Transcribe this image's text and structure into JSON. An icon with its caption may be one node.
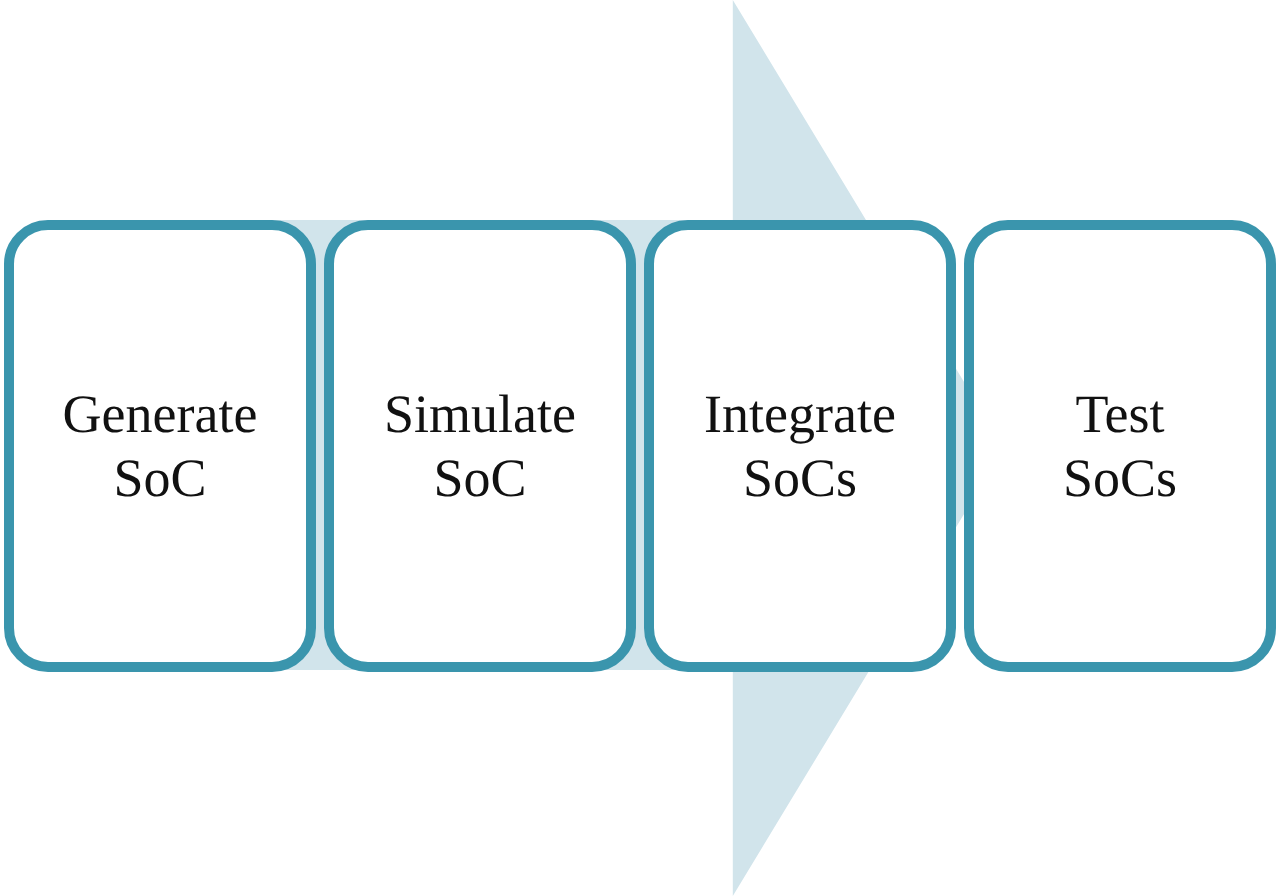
{
  "diagram": {
    "nodes": [
      {
        "text": [
          "Generate SoC"
        ]
      },
      {
        "text": [
          "Simulate SoC"
        ]
      },
      {
        "text": [
          "Integrate SoCs"
        ]
      },
      {
        "text": [
          "Test SoCs"
        ]
      }
    ],
    "edges": [
      {
        "from": 0,
        "to": 3,
        "arrow": "to"
      }
    ]
  }
}
